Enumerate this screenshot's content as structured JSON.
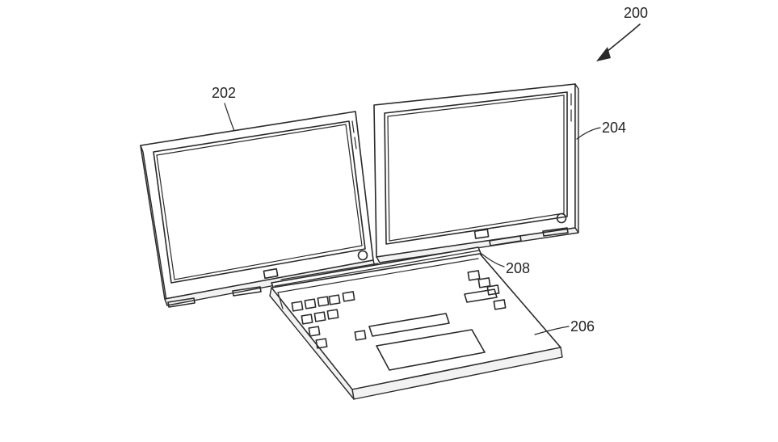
{
  "figure": {
    "labels": {
      "device": "200",
      "first_display": "202",
      "second_display": "204",
      "keyboard_base": "206",
      "hinge": "208"
    },
    "line_color": "#2a2a2a",
    "background": "#ffffff"
  }
}
